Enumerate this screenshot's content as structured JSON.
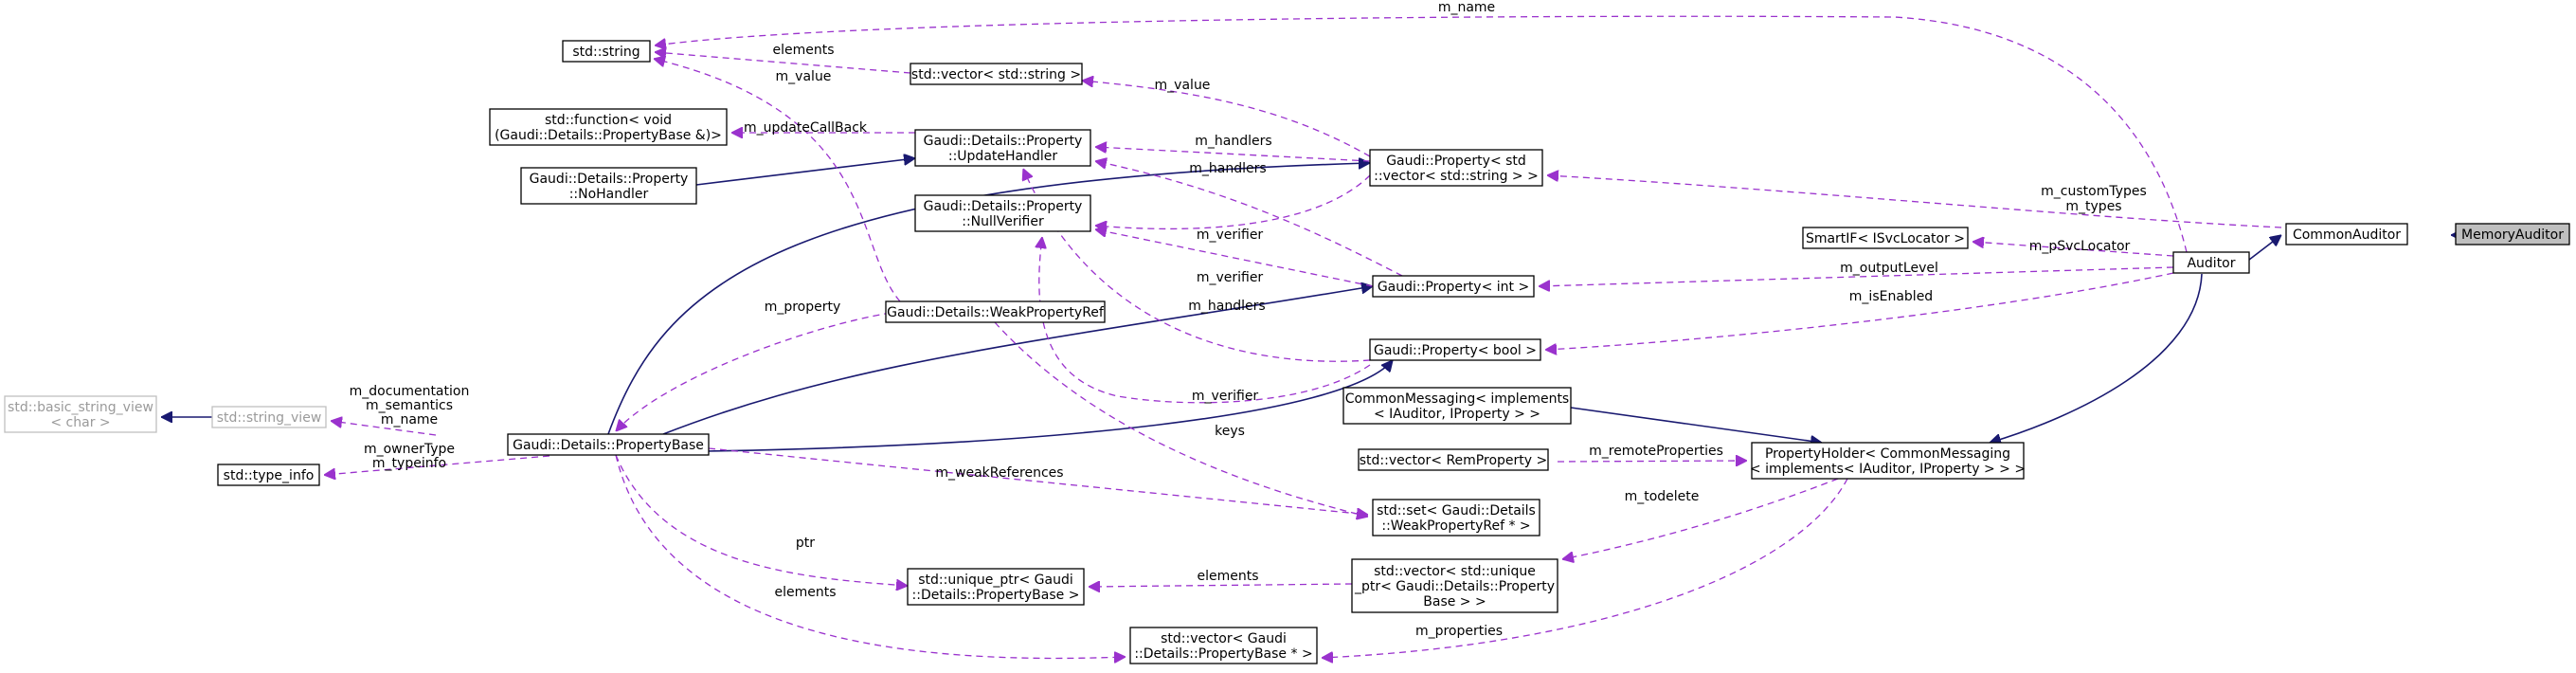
{
  "colors": {
    "inheritance": "#191970",
    "usage": "#9a32cd",
    "node_border": "#000000",
    "node_border_external": "#bfbfbf",
    "focus_fill": "#bfbfbf"
  },
  "nodes": {
    "memory_auditor": {
      "lines": [
        "MemoryAuditor"
      ]
    },
    "common_auditor": {
      "lines": [
        "CommonAuditor"
      ]
    },
    "auditor": {
      "lines": [
        "Auditor"
      ]
    },
    "std_string": {
      "lines": [
        "std::string"
      ]
    },
    "vector_string": {
      "lines": [
        "std::vector< std::string >"
      ]
    },
    "std_function": {
      "lines": [
        "std::function< void",
        "(Gaudi::Details::PropertyBase &)>"
      ]
    },
    "update_handler": {
      "lines": [
        "Gaudi::Details::Property",
        "::UpdateHandler"
      ]
    },
    "no_handler": {
      "lines": [
        "Gaudi::Details::Property",
        "::NoHandler"
      ]
    },
    "null_verifier": {
      "lines": [
        "Gaudi::Details::Property",
        "::NullVerifier"
      ]
    },
    "weak_property_ref": {
      "lines": [
        "Gaudi::Details::WeakPropertyRef"
      ]
    },
    "basic_string_view": {
      "lines": [
        "std::basic_string_view",
        "< char >"
      ]
    },
    "string_view": {
      "lines": [
        "std::string_view"
      ]
    },
    "type_info": {
      "lines": [
        "std::type_info"
      ]
    },
    "property_base": {
      "lines": [
        "Gaudi::Details::PropertyBase"
      ]
    },
    "property_vector_string": {
      "lines": [
        "Gaudi::Property< std",
        "::vector< std::string > >"
      ]
    },
    "property_int": {
      "lines": [
        "Gaudi::Property< int >"
      ]
    },
    "property_bool": {
      "lines": [
        "Gaudi::Property< bool >"
      ]
    },
    "smartif": {
      "lines": [
        "SmartIF< ISvcLocator >"
      ]
    },
    "common_messaging": {
      "lines": [
        "CommonMessaging< implements",
        "< IAuditor, IProperty > >"
      ]
    },
    "vector_remproperty": {
      "lines": [
        "std::vector< RemProperty >"
      ]
    },
    "property_holder": {
      "lines": [
        "PropertyHolder< CommonMessaging",
        "< implements< IAuditor, IProperty > > >"
      ]
    },
    "set_weakref": {
      "lines": [
        "std::set< Gaudi::Details",
        "::WeakPropertyRef * >"
      ]
    },
    "unique_ptr": {
      "lines": [
        "std::unique_ptr< Gaudi",
        "::Details::PropertyBase >"
      ]
    },
    "vector_unique_ptr": {
      "lines": [
        "std::vector< std::unique",
        "_ptr< Gaudi::Details::Property",
        "Base > >"
      ]
    },
    "vector_propbase_ptr": {
      "lines": [
        "std::vector< Gaudi",
        "::Details::PropertyBase * >"
      ]
    }
  },
  "edges": [
    {
      "from": "common_auditor",
      "to": "memory_auditor",
      "kind": "inheritance"
    },
    {
      "from": "auditor",
      "to": "common_auditor",
      "kind": "inheritance"
    },
    {
      "from": "property_holder",
      "to": "auditor",
      "kind": "inheritance"
    },
    {
      "from": "common_messaging",
      "to": "property_holder",
      "kind": "inheritance"
    },
    {
      "from": "string_view",
      "to": "basic_string_view",
      "kind": "inheritance"
    },
    {
      "from": "no_handler",
      "to": "update_handler",
      "kind": "inheritance"
    },
    {
      "from": "property_base",
      "to": "property_vector_string",
      "kind": "inheritance"
    },
    {
      "from": "property_base",
      "to": "property_int",
      "kind": "inheritance"
    },
    {
      "from": "property_base",
      "to": "property_bool",
      "kind": "inheritance"
    },
    {
      "from": "std_string",
      "to": "auditor",
      "kind": "usage",
      "labels": [
        "m_name"
      ]
    },
    {
      "from": "std_string",
      "to": "vector_string",
      "kind": "usage",
      "labels": [
        "elements"
      ]
    },
    {
      "from": "std_string",
      "to": "weak_property_ref",
      "kind": "usage",
      "labels": [
        "m_value"
      ]
    },
    {
      "from": "vector_string",
      "to": "property_vector_string",
      "kind": "usage",
      "labels": [
        "m_value"
      ]
    },
    {
      "from": "std_function",
      "to": "update_handler",
      "kind": "usage",
      "labels": [
        "m_updateCallBack"
      ]
    },
    {
      "from": "update_handler",
      "to": "property_vector_string",
      "kind": "usage",
      "labels": [
        "m_handlers"
      ]
    },
    {
      "from": "update_handler",
      "to": "property_int",
      "kind": "usage",
      "labels": [
        "m_handlers"
      ]
    },
    {
      "from": "update_handler",
      "to": "property_bool",
      "kind": "usage",
      "labels": [
        "m_handlers"
      ]
    },
    {
      "from": "null_verifier",
      "to": "property_vector_string",
      "kind": "usage",
      "labels": [
        "m_verifier"
      ]
    },
    {
      "from": "null_verifier",
      "to": "property_int",
      "kind": "usage",
      "labels": [
        "m_verifier"
      ]
    },
    {
      "from": "null_verifier",
      "to": "property_bool",
      "kind": "usage",
      "labels": [
        "m_verifier"
      ]
    },
    {
      "from": "property_vector_string",
      "to": "common_auditor",
      "kind": "usage",
      "labels": [
        "m_customTypes",
        "m_types"
      ]
    },
    {
      "from": "smartif",
      "to": "auditor",
      "kind": "usage",
      "labels": [
        "m_pSvcLocator"
      ]
    },
    {
      "from": "property_int",
      "to": "auditor",
      "kind": "usage",
      "labels": [
        "m_outputLevel"
      ]
    },
    {
      "from": "property_bool",
      "to": "auditor",
      "kind": "usage",
      "labels": [
        "m_isEnabled"
      ]
    },
    {
      "from": "property_base",
      "to": "weak_property_ref",
      "kind": "usage",
      "labels": [
        "m_property"
      ]
    },
    {
      "from": "string_view",
      "to": "property_base",
      "kind": "usage",
      "labels": [
        "m_documentation",
        "m_semantics",
        "m_name"
      ]
    },
    {
      "from": "type_info",
      "to": "property_base",
      "kind": "usage",
      "labels": [
        "m_ownerType",
        "m_typeinfo"
      ]
    },
    {
      "from": "property_base",
      "to": "set_weakref",
      "kind": "usage",
      "labels": [
        "m_weakReferences"
      ]
    },
    {
      "from": "weak_property_ref",
      "to": "set_weakref",
      "kind": "usage",
      "labels": [
        "keys"
      ]
    },
    {
      "from": "vector_remproperty",
      "to": "property_holder",
      "kind": "usage",
      "labels": [
        "m_remoteProperties"
      ]
    },
    {
      "from": "vector_unique_ptr",
      "to": "property_holder",
      "kind": "usage",
      "labels": [
        "m_todelete"
      ]
    },
    {
      "from": "unique_ptr",
      "to": "vector_unique_ptr",
      "kind": "usage",
      "labels": [
        "elements"
      ]
    },
    {
      "from": "property_base",
      "to": "unique_ptr",
      "kind": "usage",
      "labels": [
        "ptr"
      ]
    },
    {
      "from": "property_base",
      "to": "vector_propbase_ptr",
      "kind": "usage",
      "labels": [
        "elements"
      ]
    },
    {
      "from": "vector_propbase_ptr",
      "to": "property_holder",
      "kind": "usage",
      "labels": [
        "m_properties"
      ]
    }
  ]
}
